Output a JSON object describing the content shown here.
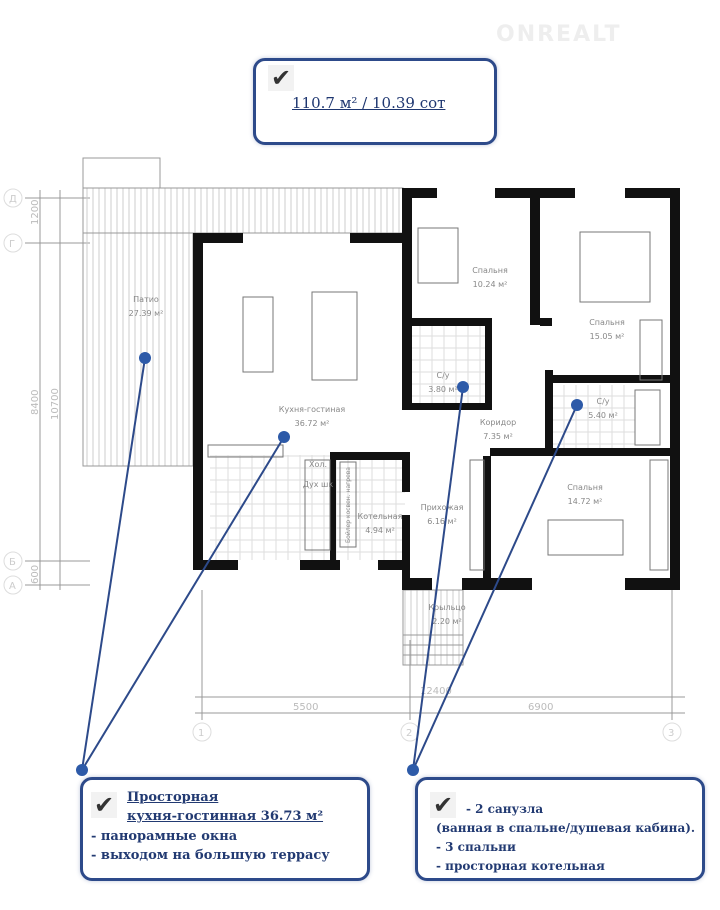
{
  "watermark": {
    "logo_text": "ONREALT"
  },
  "summary": {
    "area": "110.7 м² /  10.39 сот"
  },
  "rooms": {
    "patio": {
      "name": "Патио",
      "area": "27.39 м²"
    },
    "kitchen_living": {
      "name": "Кухня-гостиная",
      "area": "36.72 м²"
    },
    "bedroom1": {
      "name": "Спальня",
      "area": "10.24 м²"
    },
    "bedroom2": {
      "name": "Спальня",
      "area": "15.05 м²"
    },
    "bedroom3": {
      "name": "Спальня",
      "area": "14.72 м²"
    },
    "bath1": {
      "name": "С/у",
      "area": "3.80 м²"
    },
    "bath2": {
      "name": "С/у",
      "area": "5.40 м²"
    },
    "corridor": {
      "name": "Коридор",
      "area": "7.35 м²"
    },
    "hall": {
      "name": "Прихожая",
      "area": "6.16 м²"
    },
    "boiler": {
      "name": "Котельная",
      "area": "4.94 м²"
    },
    "porch": {
      "name": "Крыльцо",
      "area": "2.20 м²"
    },
    "fridge": "Хол.",
    "oven": "Дух шк",
    "boiler_tank": "Бойлер косвен. нагрева"
  },
  "dimensions": {
    "left": [
      "1200",
      "8400",
      "10700",
      "600"
    ],
    "bottom_total": "12400",
    "bottom": [
      "5500",
      "6900"
    ],
    "axes_rows": [
      "Д",
      "Г",
      "Б",
      "А"
    ],
    "axes_cols": [
      "1",
      "2",
      "3"
    ]
  },
  "callout_left": {
    "title_1": "Просторная",
    "title_2": "кухня-гостинная  36.73 м²",
    "items": [
      "- панорамные окна",
      "- выходом на большую террасу"
    ]
  },
  "callout_right": {
    "first": "- 2 санузла",
    "items": [
      "(ванная в спальне/душевая  кабина).",
      "- 3 спальни",
      "- просторная котельная"
    ]
  },
  "colors": {
    "accent": "#2d4a8a",
    "wall": "#111111"
  }
}
